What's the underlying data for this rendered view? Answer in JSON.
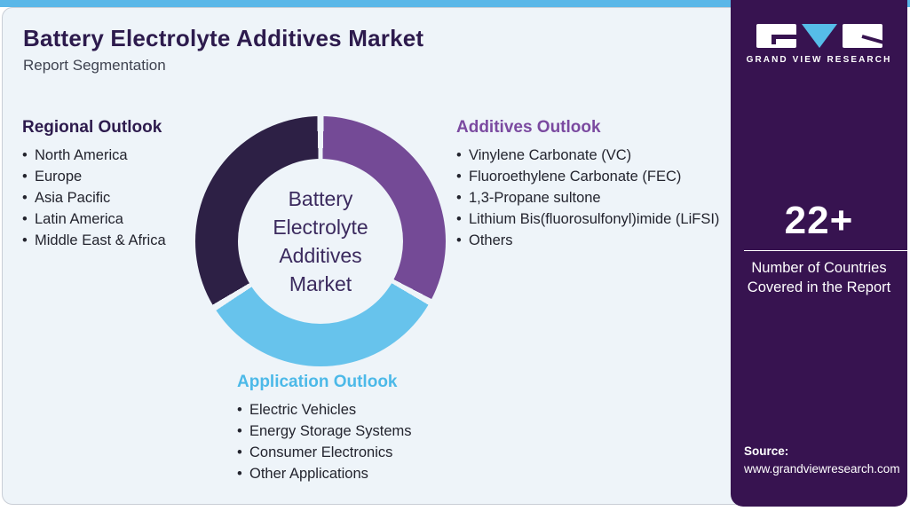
{
  "header": {
    "title": "Battery Electrolyte Additives Market",
    "subtitle": "Report Segmentation"
  },
  "sections": {
    "regional": {
      "title": "Regional Outlook",
      "color": "#2d1b4d",
      "items": [
        "North America",
        "Europe",
        "Asia Pacific",
        "Latin America",
        "Middle East & Africa"
      ]
    },
    "additives": {
      "title": "Additives Outlook",
      "color": "#7b4aa0",
      "items": [
        "Vinylene Carbonate (VC)",
        "Fluoroethylene Carbonate (FEC)",
        "1,3-Propane sultone",
        "Lithium Bis(fluorosulfonyl)imide (LiFSI)",
        "Others"
      ]
    },
    "application": {
      "title": "Application Outlook",
      "color": "#4cb9e8",
      "items": [
        "Electric Vehicles",
        "Energy Storage Systems",
        "Consumer Electronics",
        "Other Applications"
      ]
    }
  },
  "donut": {
    "center_label": "Battery Electrolyte Additives Market",
    "gap_color": "#eef4f9",
    "gap_deg": 3,
    "segments": [
      {
        "name": "additives-outlook",
        "color": "#744a96",
        "start": 0,
        "end": 119
      },
      {
        "name": "application-outlook",
        "color": "#67c3ec",
        "start": 119,
        "end": 238
      },
      {
        "name": "regional-outlook",
        "color": "#2d2045",
        "start": 238,
        "end": 360
      }
    ]
  },
  "sidebar": {
    "logo_text": "GRAND VIEW RESEARCH",
    "stat_value": "22+",
    "stat_label": "Number of Countries Covered in the Report",
    "source_label": "Source:",
    "source_url": "www.grandviewresearch.com"
  },
  "colors": {
    "top_bar": "#5ab7e8",
    "panel_bg": "#eef4f9",
    "sidebar_bg": "#371350",
    "logo_triangle": "#56bde8"
  }
}
